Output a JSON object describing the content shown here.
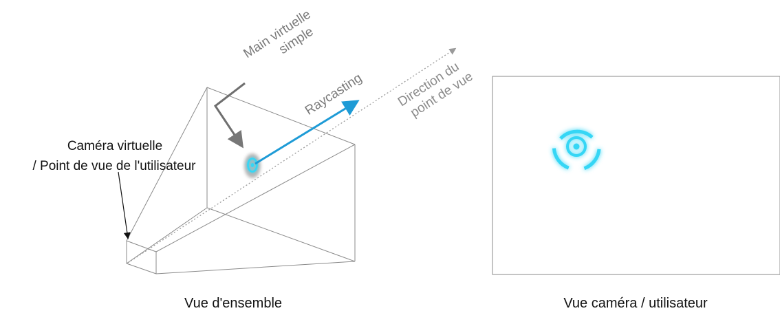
{
  "labels": {
    "main_virtuelle_line1": "Main virtuelle",
    "main_virtuelle_line2": "simple",
    "raycasting": "Raycasting",
    "direction_line1": "Direction du",
    "direction_line2": "point de vue",
    "camera_line1": "Caméra virtuelle",
    "camera_line2": "/ Point de vue de l'utilisateur",
    "caption_overview": "Vue d'ensemble",
    "caption_camera": "Vue caméra / utilisateur"
  },
  "colors": {
    "ray": "#1e9bd6",
    "cursor_glow": "#36d6f5",
    "label_gray": "#7a7a7a",
    "frustum_line": "#8a8a8a"
  }
}
